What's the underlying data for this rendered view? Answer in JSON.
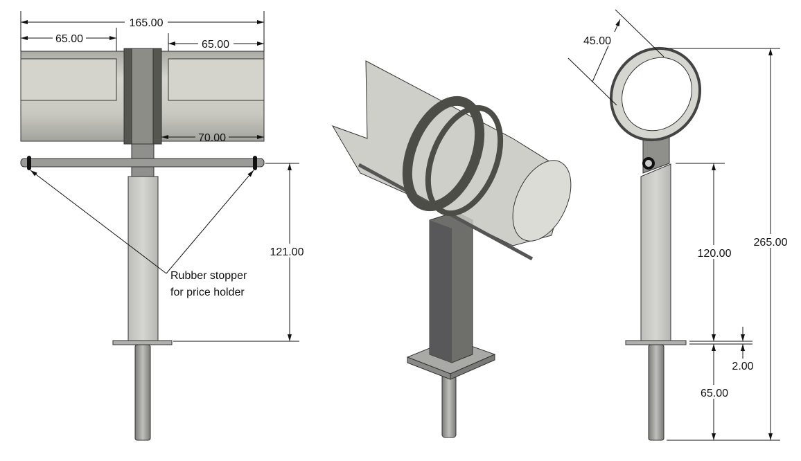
{
  "front_view": {
    "dims": {
      "overall_width": "165.00",
      "left_window": "65.00",
      "right_window": "65.00",
      "collar_to_end": "70.00",
      "post_height": "121.00"
    },
    "callout": {
      "line1": "Rubber stopper",
      "line2": "for price holder"
    }
  },
  "side_view": {
    "dims": {
      "ring_diameter": "45.00",
      "total_height": "265.00",
      "post_height": "120.00",
      "plate_thickness": "2.00",
      "rod_length": "65.00"
    }
  },
  "colors": {
    "tube": "#c9c9c2",
    "collar_dark": "#55564f",
    "metal": "#9a9a96",
    "line": "#111111"
  }
}
